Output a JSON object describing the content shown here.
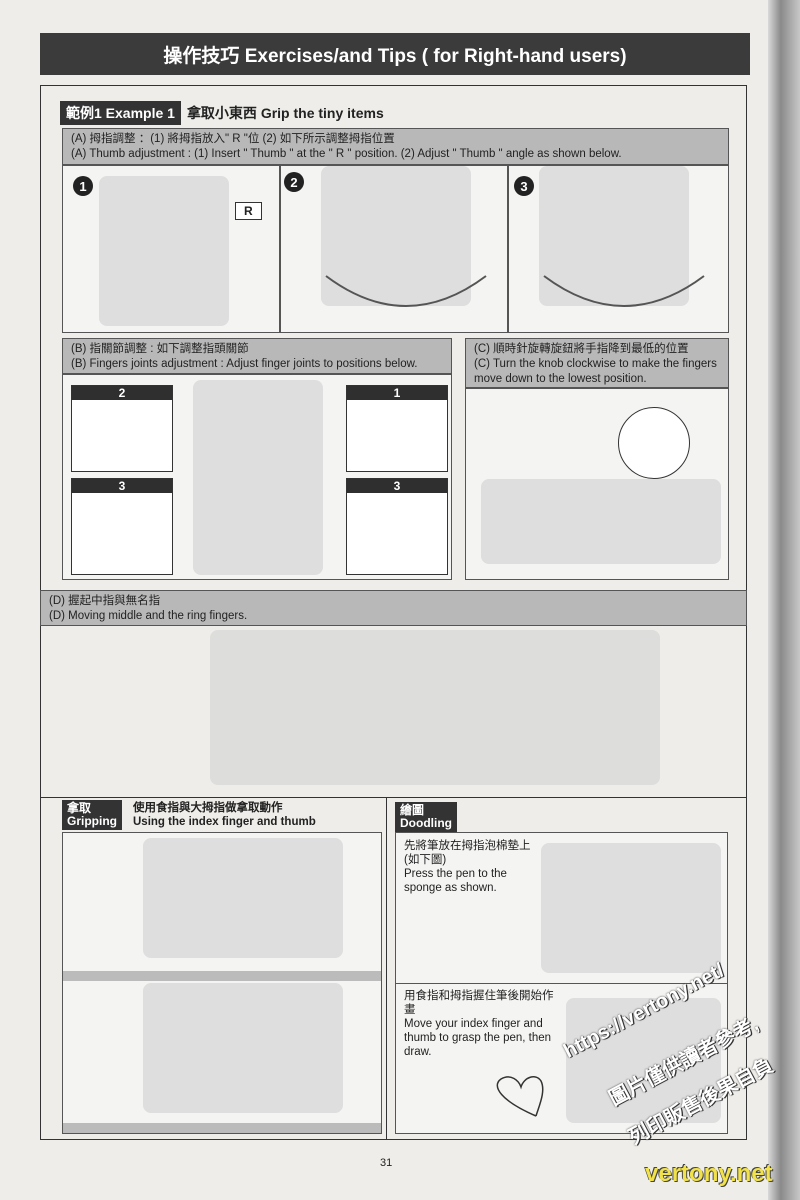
{
  "title": "操作技巧 Exercises/and Tips ( for Right-hand users)",
  "example": {
    "badge": "範例1 Example 1",
    "title": "拿取小東西 Grip the tiny items"
  },
  "section_a": {
    "zh": "(A) 拇指調整 ：(1) 將拇指放入\" R \"位  (2) 如下所示調整拇指位置",
    "en": "(A) Thumb adjustment : (1) Insert \" Thumb \" at the \" R \" position.   (2) Adjust \" Thumb \" angle as shown below.",
    "steps": [
      "1",
      "2",
      "3"
    ],
    "r_label": "R"
  },
  "section_b": {
    "zh": "(B) 指關節調整 : 如下調整指頭關節",
    "en": "(B) Fingers joints adjustment : Adjust finger joints to positions below.",
    "labels": [
      "2",
      "1",
      "3",
      "3"
    ]
  },
  "section_c": {
    "zh": "(C) 順時針旋轉旋鈕將手指降到最低的位置",
    "en": "(C) Turn the knob clockwise to make the fingers move down to the lowest position."
  },
  "section_d": {
    "zh": "(D) 握起中指與無名指",
    "en": "(D) Moving middle and the ring fingers."
  },
  "gripping": {
    "tag_zh": "拿取",
    "tag_en": "Gripping",
    "zh": "使用食指與大拇指做拿取動作",
    "en": "Using the index finger and thumb"
  },
  "doodling": {
    "tag_zh": "繪圖",
    "tag_en": "Doodling",
    "step1_zh": "先將筆放在拇指泡棉墊上(如下圖)",
    "step1_en": "Press the pen to the sponge as shown.",
    "step2_zh": "用食指和拇指握住筆後開始作畫",
    "step2_en": "Move your index finger and thumb to grasp the pen, then draw."
  },
  "page_number": "31",
  "watermark": {
    "url": "https://vertony.net/",
    "line1": "圖片僅供讀者參考,",
    "line2": "列印販售後果自負",
    "site": "vertony.net"
  }
}
